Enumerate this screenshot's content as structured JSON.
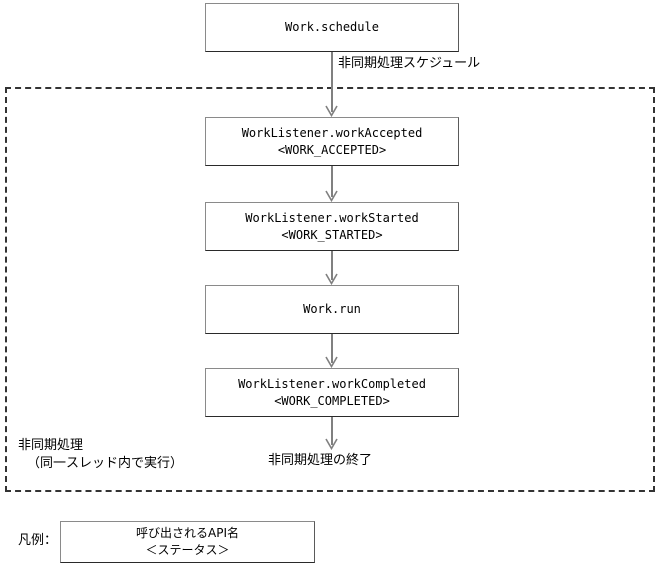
{
  "diagram": {
    "title_text": "Work.schedule",
    "nodes": [
      {
        "id": "schedule",
        "line1": "Work.schedule",
        "line2": ""
      },
      {
        "id": "accepted",
        "line1": "WorkListener.workAccepted",
        "line2": "<WORK_ACCEPTED>"
      },
      {
        "id": "started",
        "line1": "WorkListener.workStarted",
        "line2": "<WORK_STARTED>"
      },
      {
        "id": "run",
        "line1": "Work.run",
        "line2": ""
      },
      {
        "id": "completed",
        "line1": "WorkListener.workCompleted",
        "line2": "<WORK_COMPLETED>"
      }
    ],
    "labels": {
      "schedule_edge": "非同期処理スケジュール",
      "end_text": "非同期処理の終了",
      "async_region_line1": "非同期処理",
      "async_region_line2": "（同一スレッド内で実行）"
    },
    "legend": {
      "caption": "凡例：",
      "box_line1": "呼び出されるAPI名",
      "box_line2": "＜ステータス＞"
    },
    "colors": {
      "box_border": "#8a8a8a",
      "connector": "#808080",
      "dashed_region": "#333333",
      "text": "#000000",
      "background": "#ffffff"
    }
  }
}
